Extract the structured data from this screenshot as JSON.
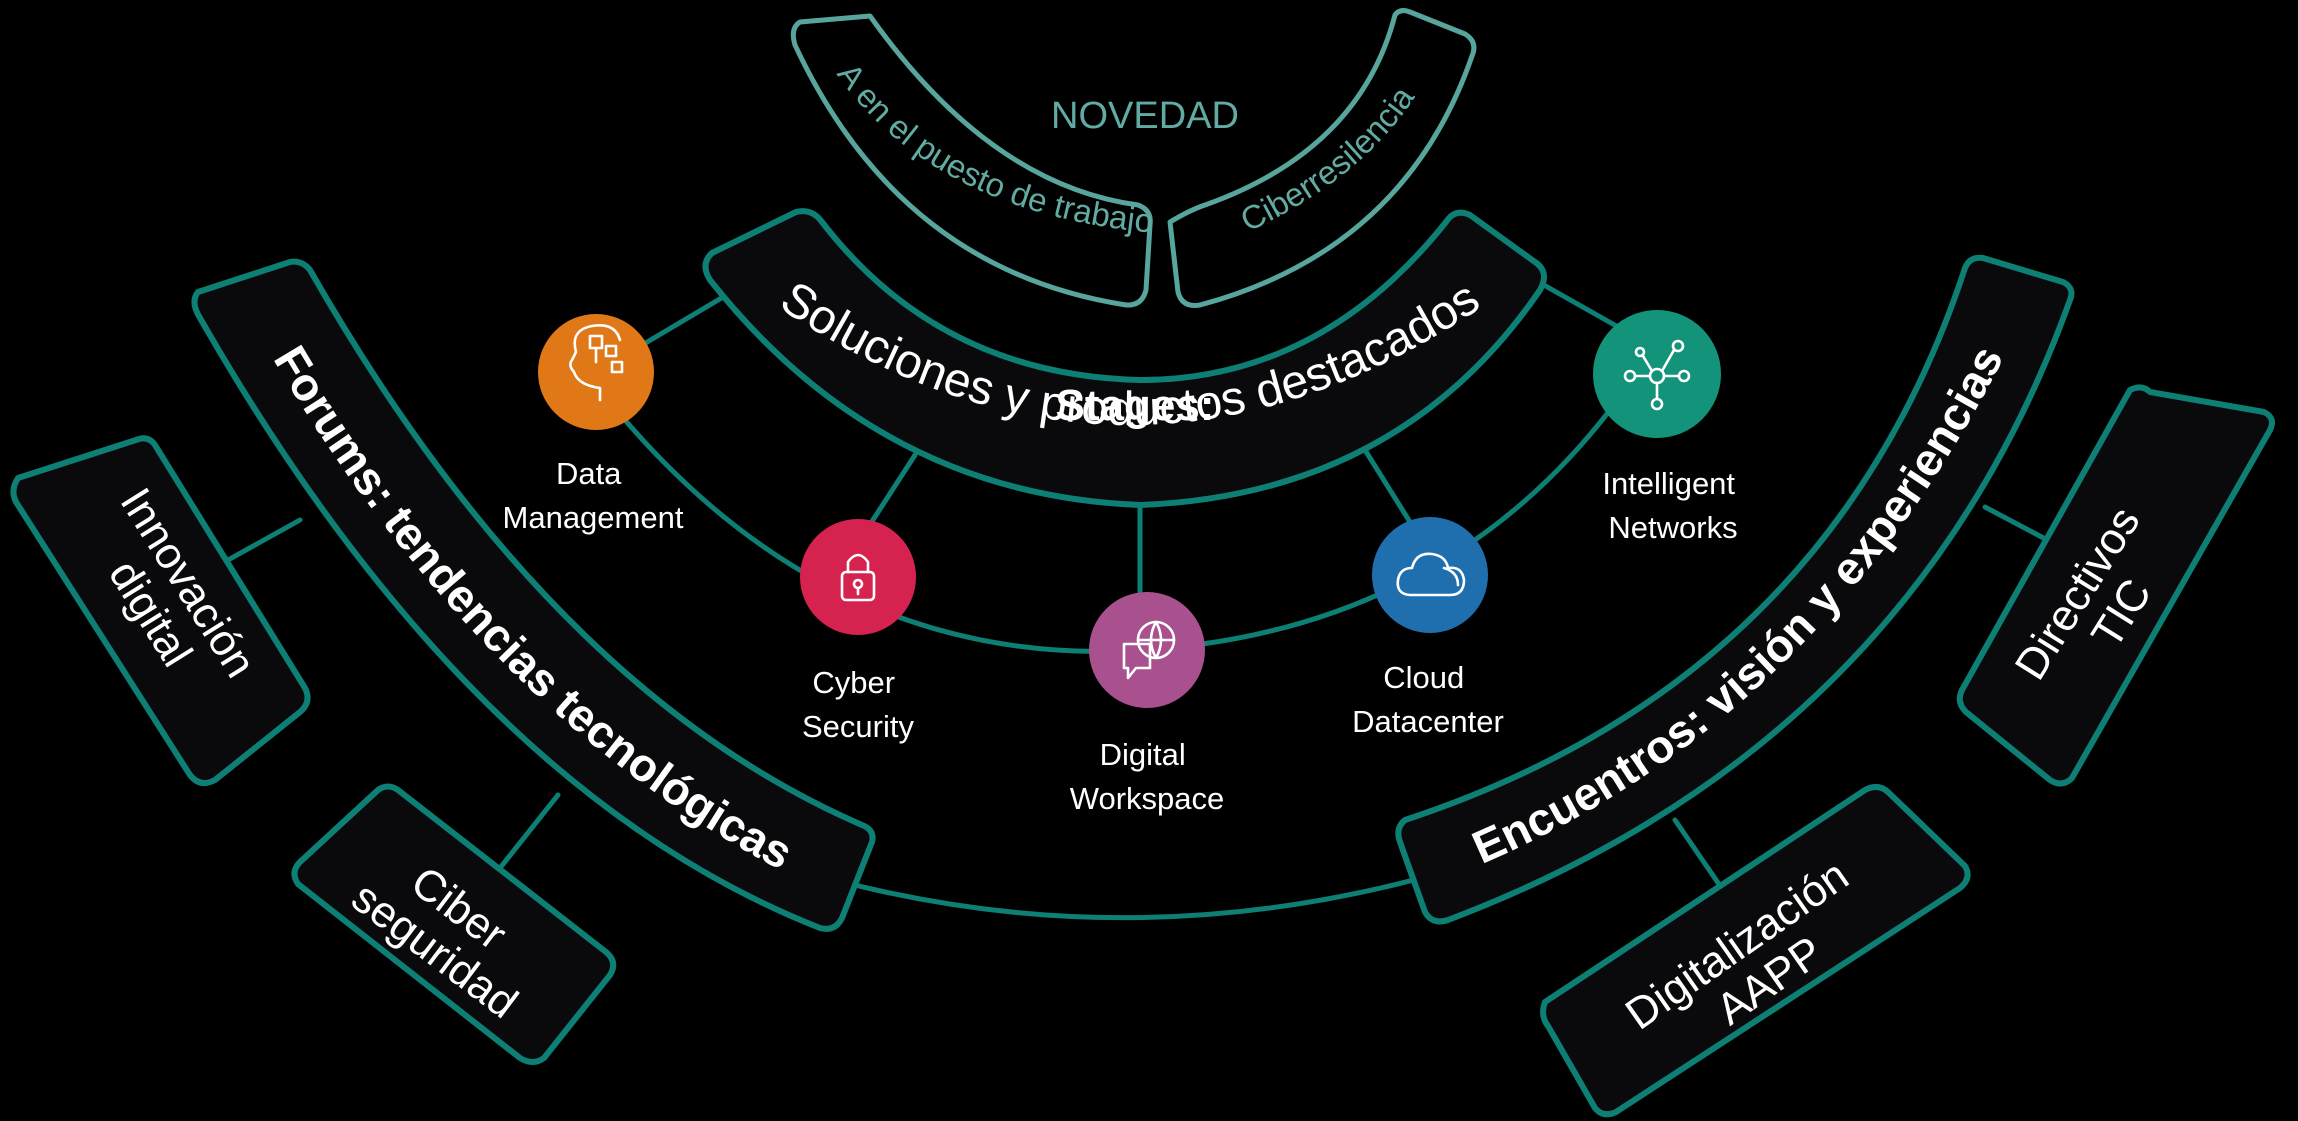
{
  "novedad": {
    "heading": "NOVEDAD",
    "items": [
      "IA en el puesto de trabajo",
      "Ciberresilencia"
    ]
  },
  "stages": {
    "title": "Stages:",
    "subtitle": "Soluciones y productos destacados",
    "nodes": [
      {
        "lines": [
          "Data",
          "Management"
        ],
        "color": "#e07818",
        "icon": "head-circuit-icon"
      },
      {
        "lines": [
          "Cyber",
          "Security"
        ],
        "color": "#d6224f",
        "icon": "lock-icon"
      },
      {
        "lines": [
          "Digital",
          "Workspace"
        ],
        "color": "#a8518e",
        "icon": "chat-globe-icon"
      },
      {
        "lines": [
          "Cloud",
          "Datacenter"
        ],
        "color": "#1f6fae",
        "icon": "cloud-icon"
      },
      {
        "lines": [
          "Intelligent",
          "Networks"
        ],
        "color": "#13937a",
        "icon": "network-hub-icon"
      }
    ]
  },
  "forums": {
    "title": "Forums: tendencias tecnológicas",
    "children": [
      {
        "lines": [
          "Innovación",
          "digital"
        ]
      },
      {
        "lines": [
          "Ciber",
          "seguridad"
        ]
      }
    ]
  },
  "encuentros": {
    "title": "Encuentros: visión y experiencias",
    "children": [
      {
        "lines": [
          "Directivos",
          "TIC"
        ]
      },
      {
        "lines": [
          "Digitalización",
          "AAPP"
        ]
      }
    ]
  },
  "colors": {
    "background": "#000000",
    "connector": "#0d7f74",
    "novedad_outline": "#57a59c"
  }
}
